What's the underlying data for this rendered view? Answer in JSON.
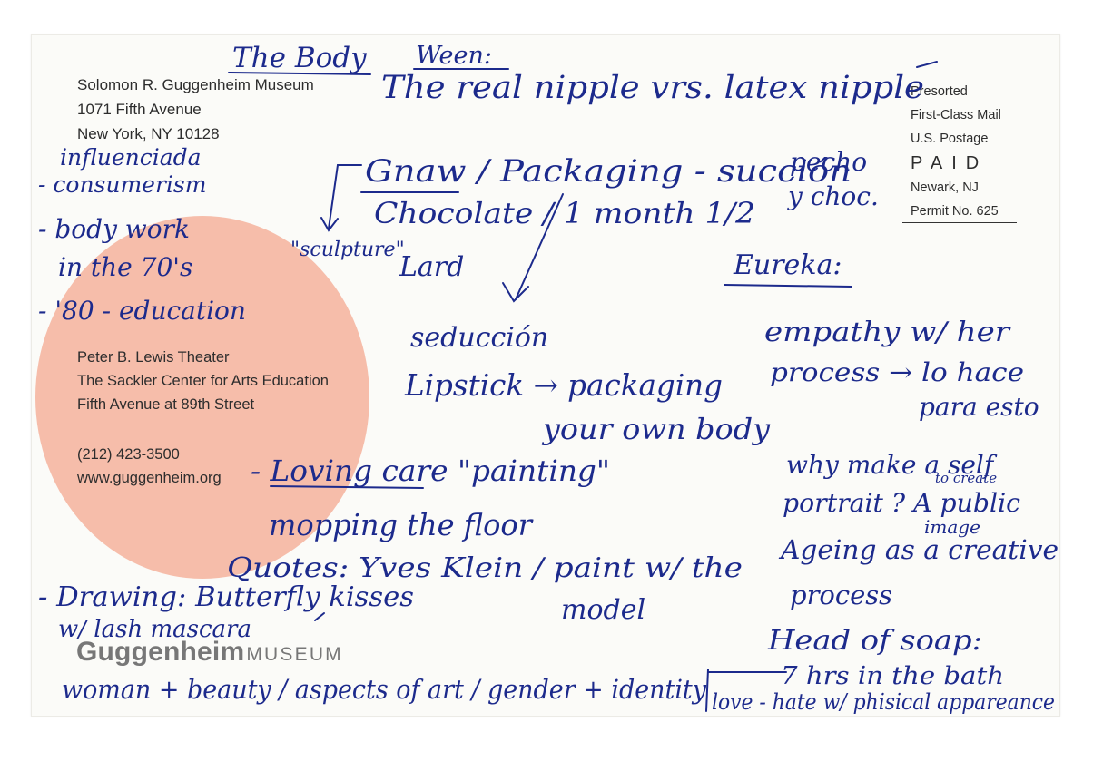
{
  "sender": {
    "name": "Solomon R. Guggenheim Museum",
    "street": "1071 Fifth Avenue",
    "city": "New York, NY 10128"
  },
  "postage": {
    "line1": "Presorted",
    "line2": "First-Class Mail",
    "line3": "U.S. Postage",
    "paid": "PAID",
    "line5": "Newark, NJ",
    "line6": "Permit No. 625"
  },
  "theater": {
    "line1": "Peter B. Lewis Theater",
    "line2": "The Sackler Center for Arts Education",
    "line3": "Fifth Avenue at 89th Street"
  },
  "contact": {
    "phone": "(212) 423-3500",
    "web": "www.guggenheim.org"
  },
  "logo": {
    "brand": "Guggenheim",
    "museum": "MUSEUM"
  },
  "colors": {
    "circle": "#f5b7a3",
    "ink": "#1c2a8c",
    "print": "#2d2d2d",
    "logo": "#777777"
  },
  "notes": {
    "the_body": "The Body",
    "ween": "Ween:",
    "nipple": "The real nipple vrs. latex nipple",
    "infuenciada": "influenciada",
    "consumerism": "- consumerism",
    "body_work": "- body work",
    "seventies": "in the 70's",
    "eighties": "- '80 - education",
    "gnaw": "Gnaw / Packaging - succión",
    "pecho": "pecho",
    "chocolate": "Chocolate / 1 month 1/2",
    "ychoc": "y choc.",
    "sculpture": "\"sculpture\"",
    "lard": "Lard",
    "eureka": "Eureka:",
    "seduccion": "seducción",
    "lipstick": "Lipstick → packaging",
    "own_body": "your own body",
    "empathy": "empathy w/ her",
    "process_hace": "process → lo hace",
    "para_esto": "para esto",
    "loving_care": "- Loving care \"painting\"",
    "mopping": "mopping the floor",
    "why_make": "why make a self",
    "to_create": "to create",
    "portrait": "portrait ? A public",
    "image": "image",
    "quotes": "Quotes: Yves Klein / paint w/ the",
    "model": "model",
    "ageing": "Ageing as a creative",
    "process": "process",
    "drawing": "- Drawing: Butterfly kisses",
    "lash": "w/ lash mascara",
    "head_soap": "Head of soap:",
    "woman": "woman + beauty / aspects of art / gender + identity",
    "seven_hrs": "7 hrs in the bath",
    "love_hate": "love - hate w/ phisical appareance"
  }
}
